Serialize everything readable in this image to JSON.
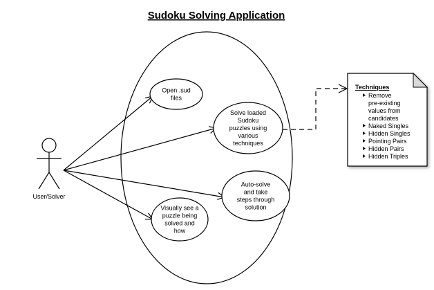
{
  "title": "Sudoku Solving Application",
  "actor": {
    "label": "User/Solver"
  },
  "use_cases": [
    {
      "lines": [
        "Open .sud",
        "files"
      ]
    },
    {
      "lines": [
        "Solve loaded",
        "Sudoku",
        "puzzles using",
        "various",
        "techniques"
      ]
    },
    {
      "lines": [
        "Auto-solve",
        "and take",
        "steps through",
        "solution"
      ]
    },
    {
      "lines": [
        "Visually see a",
        "puzzle being",
        "solved and",
        "how"
      ]
    }
  ],
  "note": {
    "title": "Techniques",
    "items": [
      [
        "Remove",
        "pre-existing",
        "values from",
        "candidates"
      ],
      [
        "Naked Singles"
      ],
      [
        "Hidden Singles"
      ],
      [
        "Pointing Pairs"
      ],
      [
        "Hidden Pairs"
      ],
      [
        "Hidden Triples"
      ]
    ]
  }
}
